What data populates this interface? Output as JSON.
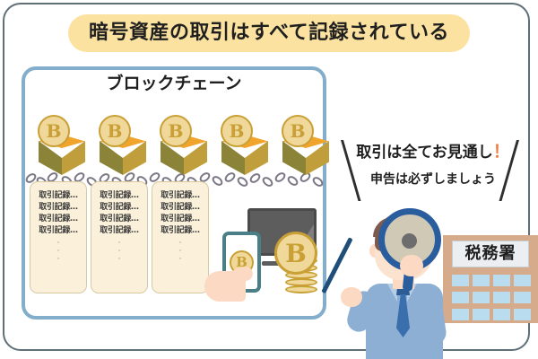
{
  "title_banner": {
    "text": "暗号資産の取引はすべて記録されている"
  },
  "panel": {
    "heading": "ブロックチェーン",
    "blocks": [
      {
        "coin_symbol": "B",
        "label": "block-1"
      },
      {
        "coin_symbol": "B",
        "label": "block-2"
      },
      {
        "coin_symbol": "B",
        "label": "block-3"
      },
      {
        "coin_symbol": "B",
        "label": "block-4"
      },
      {
        "coin_symbol": "B",
        "label": "block-5"
      }
    ],
    "tx_cards": [
      {
        "lines": [
          "取引記録…",
          "取引記録…",
          "取引記録…",
          "取引記録…"
        ],
        "more": "⋮"
      },
      {
        "lines": [
          "取引記録…",
          "取引記録…",
          "取引記録…",
          "取引記録…"
        ],
        "more": "⋮"
      },
      {
        "lines": [
          "取引記録…",
          "取引記録…",
          "取引記録…",
          "取引記録…"
        ],
        "more": "⋮"
      }
    ]
  },
  "devices": {
    "phone_coin_symbol": "B",
    "stack_coin_symbol": "B"
  },
  "speech_bubble": {
    "line1": "取引は全てお見通し",
    "exclaim": "！",
    "line2": "申告は必ずしましょう"
  },
  "building": {
    "sign_text": "税務署"
  },
  "colors": {
    "banner_bg": "#fbe2a0",
    "outer_border": "#5f7079",
    "panel_border": "#83aecb",
    "coin_fill": "#f0d79a",
    "coin_stroke": "#c8a035",
    "cube_top": "#f0a42c",
    "cube_left": "#8a8338",
    "cube_right": "#c09e3c",
    "card_bg": "#fbf1da",
    "accent_orange": "#ef7f43",
    "suit_blue": "#8dafd3",
    "tie_blue": "#3a6fae",
    "mag_blue": "#2a5d9e",
    "building_tan": "#d6ab8c",
    "window_blue": "#b9dcef"
  }
}
